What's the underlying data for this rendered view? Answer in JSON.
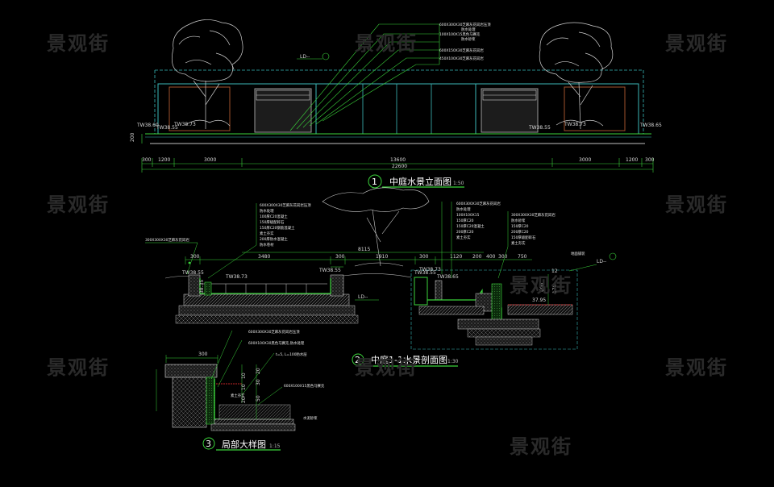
{
  "watermark": "景观街",
  "drawing1": {
    "number": "1",
    "title": "中庭水景立面图",
    "scale": "1:50",
    "dims": [
      "300",
      "1200",
      "3000",
      "13600",
      "3000",
      "1200",
      "300"
    ],
    "total": "22600",
    "height_dim": "200",
    "elev_left_outer": "TW38.60",
    "elev_left_inner": "TW38.55",
    "elev_left_in2": "TW38.73",
    "elev_right_inner": "TW38.55",
    "elev_right_in2": "TW38.73",
    "elev_right_outer": "TW38.65",
    "ld_tag": "LD--",
    "notes": [
      "600X300X30芝麻灰花岗岩压顶",
      "防水处理",
      "100X100X15黑色马赛克",
      "防水砂浆",
      "600X150X30芝麻灰花岗岩",
      "450X100X30芝麻灰花岗岩"
    ]
  },
  "drawing2": {
    "number": "2",
    "title": "中庭1-1水景剖面图",
    "scale": "1:30",
    "dims_left": [
      "300",
      "3480",
      "300"
    ],
    "dim_mid": "8115",
    "dims_right": [
      "1910",
      "300",
      "1120",
      "200",
      "400",
      "300",
      "750"
    ],
    "elev_a": "TW38.55",
    "elev_b": "TW38.73",
    "elev_c": "TW38.55",
    "elev_d": "TW38.65",
    "elev_e": "37.95",
    "elev_small": "38.35",
    "ld_left": "LD--",
    "ld_right": "LD--",
    "v_dims": [
      "12",
      "600",
      "175"
    ],
    "notes_left": [
      "600X300X30芝麻灰花岗岩压顶",
      "防水处理",
      "100厚C20混凝土",
      "150厚级配碎石",
      "150厚C20钢筋混凝土",
      "素土夯实",
      "200厚防水混凝土",
      "防水卷材"
    ],
    "notes_right_a": [
      "600X300X30芝麻灰花岗岩",
      "防水处理",
      "100X100X15",
      "150厚C20",
      "150厚C20混凝土",
      "200厚C20",
      "素土夯实"
    ],
    "notes_right_b": [
      "300X300X30芝麻灰花岗岩",
      "防水砂浆",
      "150厚C20",
      "200厚C20",
      "150厚级配碎石",
      "素土夯实"
    ],
    "note_top": "300X300X30芝麻灰花岗岩"
  },
  "drawing3": {
    "number": "3",
    "title": "局部大样图",
    "scale": "1:15",
    "dim_top": "300",
    "v_dims": [
      "20",
      "30",
      "50",
      "10",
      "10",
      "20"
    ],
    "notes": [
      "600X300X30芝麻灰花岗岩压顶",
      "600X100X30黑色马赛克,防水处理",
      "t=5, L=100防水层",
      "600X100X15黑色马赛克"
    ],
    "side_label": "水泥砂浆",
    "bottom_label": "素土夯实"
  }
}
